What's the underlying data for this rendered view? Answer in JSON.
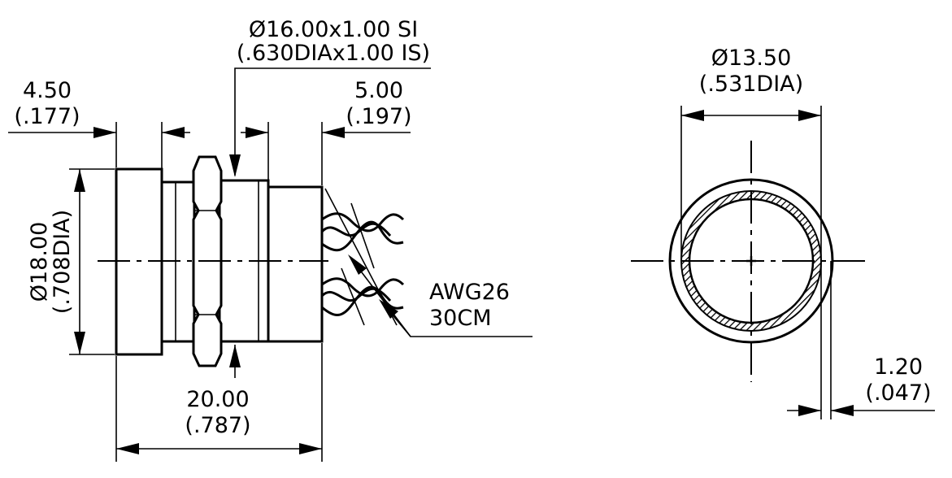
{
  "side_view": {
    "thread_dim": {
      "line1": "Ø16.00x1.00 SI",
      "line2": "(.630DIAx1.00 IS)"
    },
    "left_dim": {
      "line1": "4.50",
      "line2": "(.177)"
    },
    "right_dim": {
      "line1": "5.00",
      "line2": "(.197)"
    },
    "diameter_dim": {
      "line1": "Ø18.00",
      "line2": "(.708DIA)"
    },
    "length_dim": {
      "line1": "20.00",
      "line2": "(.787)"
    },
    "wire_label": {
      "line1": "AWG26",
      "line2": "30CM"
    }
  },
  "front_view": {
    "diameter_dim": {
      "line1": "Ø13.50",
      "line2": "(.531DIA)"
    },
    "wall_dim": {
      "line1": "1.20",
      "line2": "(.047)"
    }
  },
  "colors": {
    "line": "#000000",
    "background": "#ffffff"
  }
}
